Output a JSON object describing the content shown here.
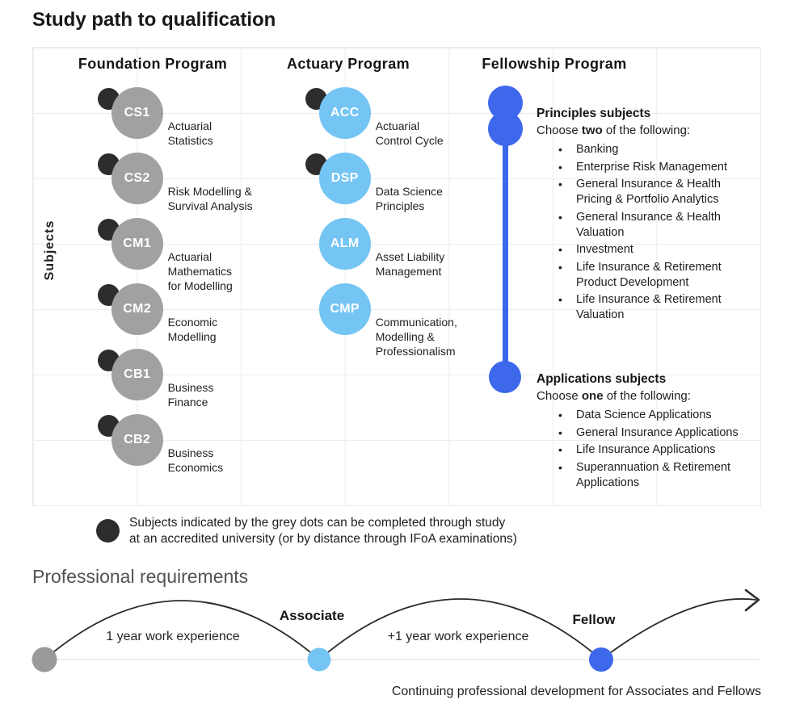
{
  "title": "Study path to qualification",
  "axis_label": "Subjects",
  "colors": {
    "grey_circle": "#a1a1a1",
    "dark_dot": "#2d2d2d",
    "light_blue": "#74c5f4",
    "royal_blue": "#3d68ec",
    "grey_milestone": "#9a9a9a",
    "baseline_grey": "#ececec",
    "curve_dark": "#2b2b2b"
  },
  "foundation": {
    "header": "Foundation Program",
    "subjects": [
      {
        "code": "CS1",
        "label": "Actuarial\nStatistics",
        "has_dot": true
      },
      {
        "code": "CS2",
        "label": "Risk Modelling &\nSurvival Analysis",
        "has_dot": true
      },
      {
        "code": "CM1",
        "label": "Actuarial\nMathematics\nfor Modelling",
        "has_dot": true
      },
      {
        "code": "CM2",
        "label": "Economic\nModelling",
        "has_dot": true
      },
      {
        "code": "CB1",
        "label": "Business\nFinance",
        "has_dot": true
      },
      {
        "code": "CB2",
        "label": "Business\nEconomics",
        "has_dot": true
      }
    ]
  },
  "actuary": {
    "header": "Actuary Program",
    "subjects": [
      {
        "code": "ACC",
        "label": "Actuarial\nControl Cycle",
        "has_dot": true
      },
      {
        "code": "DSP",
        "label": "Data Science\nPrinciples",
        "has_dot": true
      },
      {
        "code": "ALM",
        "label": "Asset Liability\nManagement",
        "has_dot": false
      },
      {
        "code": "CMP",
        "label": "Communication,\nModelling &\nProfessionalism",
        "has_dot": false
      }
    ]
  },
  "fellowship": {
    "header": "Fellowship Program",
    "principles": {
      "title": "Principles subjects",
      "choose_prefix": "Choose ",
      "choose_emphasis": "two",
      "choose_suffix": " of the following:",
      "items": [
        "Banking",
        "Enterprise Risk Management",
        "General Insurance & Health\nPricing & Portfolio Analytics",
        "General Insurance & Health\nValuation",
        "Investment",
        "Life Insurance & Retirement\nProduct Development",
        "Life Insurance & Retirement\nValuation"
      ]
    },
    "applications": {
      "title": "Applications subjects",
      "choose_prefix": "Choose ",
      "choose_emphasis": "one",
      "choose_suffix": " of the following:",
      "items": [
        "Data Science Applications",
        "General Insurance Applications",
        "Life Insurance Applications",
        "Superannuation & Retirement\nApplications"
      ]
    }
  },
  "note": "Subjects indicated by the grey dots can be completed through study\nat an accredited university (or by distance through IFoA examinations)",
  "professional": {
    "heading": "Professional requirements",
    "segment1": "1 year work experience",
    "segment2": "+1 year work experience",
    "milestone1": "Associate",
    "milestone2": "Fellow",
    "footer": "Continuing professional development for Associates and Fellows"
  }
}
